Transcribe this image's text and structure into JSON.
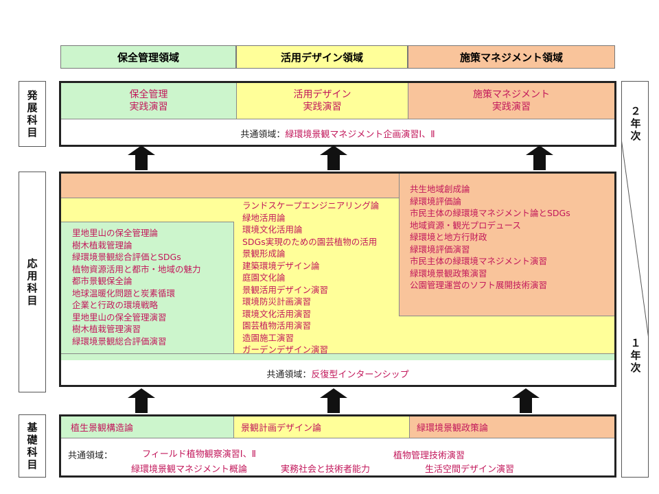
{
  "headers": {
    "conservation": "保全管理領域",
    "design": "活用デザイン領域",
    "policy": "施策マネジメント領域"
  },
  "side_labels": {
    "advanced": [
      "発",
      "展",
      "科",
      "目"
    ],
    "applied": [
      "応",
      "用",
      "科",
      "目"
    ],
    "basic": [
      "基",
      "礎",
      "科",
      "目"
    ]
  },
  "years": {
    "second": [
      "２",
      "年",
      "次"
    ],
    "first": [
      "１",
      "年",
      "次"
    ]
  },
  "advanced": {
    "conservation": [
      "保全管理",
      "実践演習"
    ],
    "design": [
      "活用デザイン",
      "実践演習"
    ],
    "policy": [
      "施策マネジメント",
      "実践演習"
    ],
    "common_label": "共通領域：",
    "common_course": "緑環境景観マネジメント企画演習Ⅰ、Ⅱ"
  },
  "applied": {
    "conservation": [
      "里地里山の保全管理論",
      "樹木植栽管理論",
      "緑環境景観総合評価とSDGs",
      "植物資源活用と都市・地域の魅力",
      "都市景観保全論",
      "地球温暖化問題と炭素循環",
      "企業と行政の環境戦略",
      "里地里山の保全管理演習",
      "樹木植栽管理演習",
      "緑環境景観総合評価演習"
    ],
    "design": [
      "ランドスケープエンジニアリング論",
      "緑地活用論",
      "環境文化活用論",
      "SDGs実現のための園芸植物の活用",
      "景観形成論",
      "建築環境デザイン論",
      "庭園文化論",
      "景観活用デザイン演習",
      "環境防災計画演習",
      "環境文化活用演習",
      "園芸植物活用演習",
      "造園施工演習",
      "ガーデンデザイン演習"
    ],
    "policy": [
      "共生地域創成論",
      "緑環境評価論",
      "市民主体の緑環境マネジメント論とSDGs",
      "地域資源・観光プロデュース",
      "緑環境と地方行財政",
      "緑環境評価演習",
      "市民主体の緑環境マネジメント演習",
      "緑環境景観政策演習",
      "公園管理運営のソフト展開技術演習"
    ],
    "common_label": "共通領域：",
    "common_course": "反復型インターンシップ"
  },
  "basic": {
    "conservation": "植生景観構造論",
    "design": "景観計画デザイン論",
    "policy": "緑環境景観政策論",
    "common_label": "共通領域：",
    "common_courses": [
      "フィールド植物観察演習Ⅰ、Ⅱ",
      "植物管理技術演習",
      "緑環境景観マネジメント概論",
      "実務社会と技術者能力",
      "生活空間デザイン演習"
    ]
  },
  "colors": {
    "green": "#ccf5cc",
    "yellow": "#ffff99",
    "orange": "#f9c49b",
    "text_accent": "#c2185b"
  }
}
